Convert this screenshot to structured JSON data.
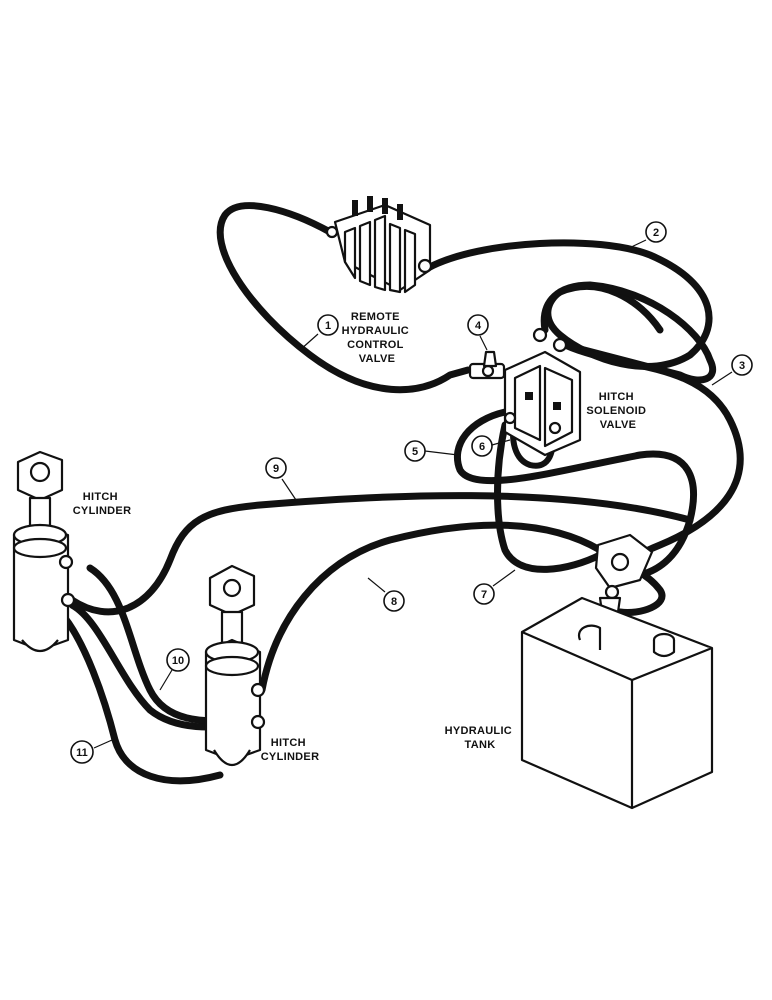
{
  "component_labels": {
    "remote_valve": [
      "REMOTE",
      "HYDRAULIC",
      "CONTROL",
      "VALVE"
    ],
    "hitch_solenoid": [
      "HITCH",
      "SOLENOID",
      "VALVE"
    ],
    "hitch_cylinder_left": [
      "HITCH",
      "CYLINDER"
    ],
    "hitch_cylinder_right": [
      "HITCH",
      "CYLINDER"
    ],
    "hydraulic_tank": [
      "HYDRAULIC",
      "TANK"
    ]
  },
  "callouts": [
    "1",
    "2",
    "3",
    "4",
    "5",
    "6",
    "7",
    "8",
    "9",
    "10",
    "11"
  ]
}
